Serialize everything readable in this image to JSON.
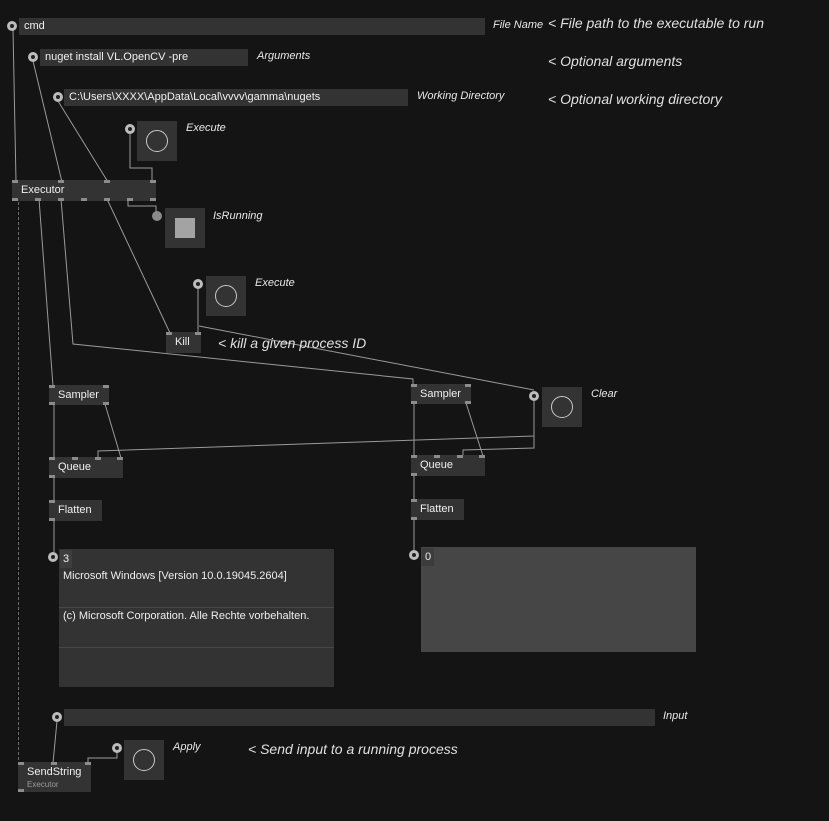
{
  "file_name": {
    "value": "cmd",
    "label": "File Name",
    "comment": "< File path to the executable to run"
  },
  "arguments": {
    "value": "nuget install VL.OpenCV -pre",
    "label": "Arguments",
    "comment": "< Optional arguments"
  },
  "working_directory": {
    "value": "C:\\Users\\XXXX\\AppData\\Local\\vvvv\\gamma\\nugets",
    "label": "Working Directory",
    "comment": "< Optional working directory"
  },
  "execute_top": {
    "label": "Execute"
  },
  "executor": {
    "title": "Executor"
  },
  "is_running": {
    "label": "IsRunning"
  },
  "execute_kill": {
    "label": "Execute"
  },
  "kill": {
    "title": "Kill",
    "comment": "< kill a given process ID"
  },
  "clear": {
    "label": "Clear"
  },
  "left_chain": {
    "sampler": "Sampler",
    "queue": "Queue",
    "flatten": "Flatten"
  },
  "right_chain": {
    "sampler": "Sampler",
    "queue": "Queue",
    "flatten": "Flatten"
  },
  "output_left": {
    "count": "3",
    "rows": [
      "Microsoft Windows [Version 10.0.19045.2604]",
      "(c) Microsoft Corporation. Alle Rechte vorbehalten.",
      ""
    ]
  },
  "output_right": {
    "count": "0"
  },
  "input": {
    "value": "",
    "label": "Input"
  },
  "apply": {
    "label": "Apply",
    "comment": "< Send input to a running process"
  },
  "send_string": {
    "title": "SendString",
    "category": "Executor"
  },
  "colors": {
    "background": "#141414",
    "node": "#333333",
    "wire": "#9a9a9a",
    "text": "#e6e6e6"
  }
}
